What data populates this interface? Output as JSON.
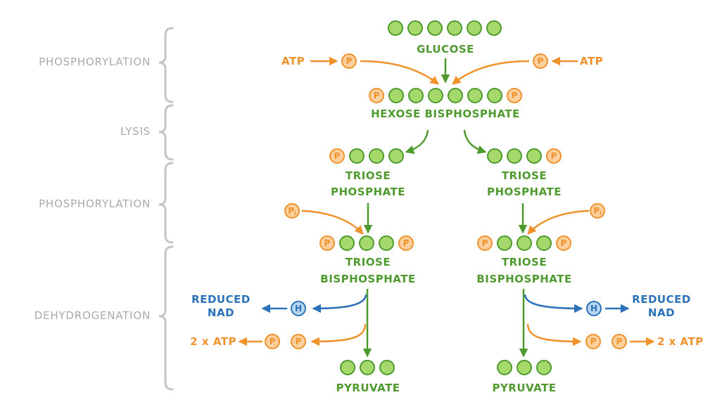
{
  "stages": {
    "phosphorylation_1": "PHOSPHORYLATION",
    "lysis": "LYSIS",
    "phosphorylation_2": "PHOSPHORYLATION",
    "dehydrogenation": "DEHYDROGENATION"
  },
  "molecules": {
    "glucose": "GLUCOSE",
    "hexose_bisphosphate": "HEXOSE BISPHOSPHATE",
    "triose_phosphate_line1": "TRIOSE",
    "triose_phosphate_line2": "PHOSPHATE",
    "triose_bisphosphate_line1": "TRIOSE",
    "triose_bisphosphate_line2": "BISPHOSPHATE",
    "pyruvate": "PYRUVATE"
  },
  "inputs": {
    "atp": "ATP",
    "phosphate_symbol": "P",
    "inorganic_phosphate_subscript": "i"
  },
  "outputs": {
    "reduced_nad_line1": "REDUCED",
    "reduced_nad_line2": "NAD",
    "hydrogen_symbol": "H",
    "atp_yield": "2 x ATP"
  },
  "colors": {
    "stage_text": "#aaaaaa",
    "molecule_green": "#4f9a2e",
    "carbon_fill": "#a6d96b",
    "phosphate_orange": "#f0922b",
    "phosphate_fill": "#fdd09e",
    "nad_blue": "#2c72ba",
    "hydrogen_fill": "#b9d4f0"
  }
}
